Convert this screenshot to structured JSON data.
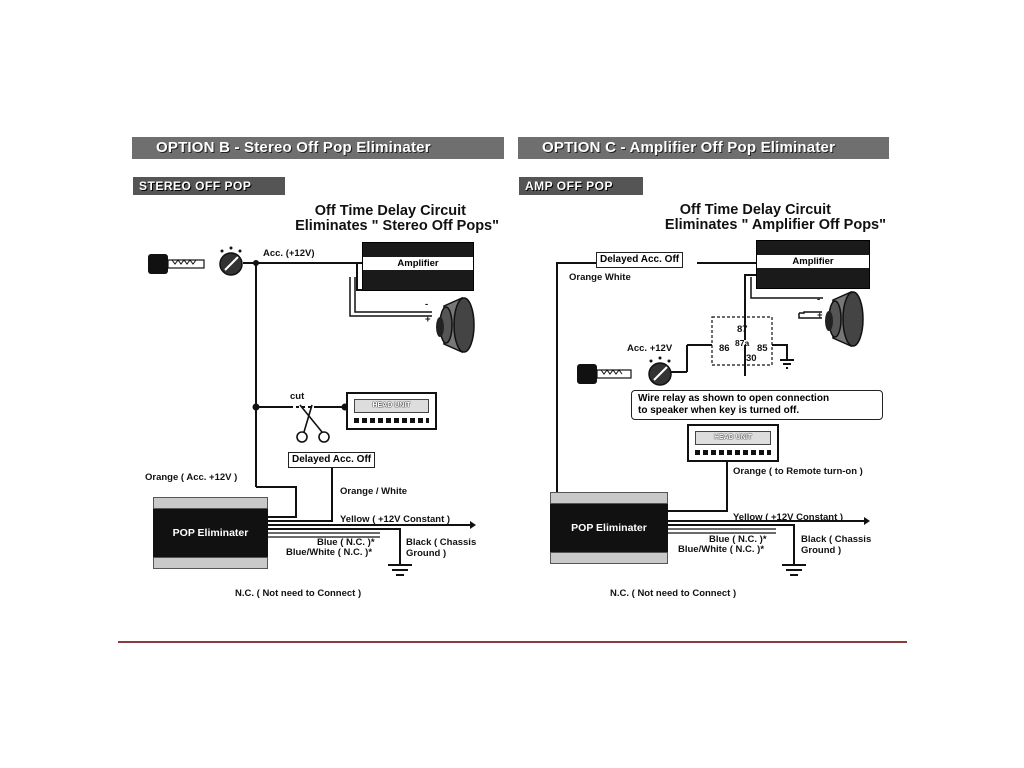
{
  "panel_b": {
    "header": "OPTION B - Stereo Off Pop Eliminater",
    "tag": "STEREO OFF POP",
    "title_line1": "Off Time Delay Circuit",
    "title_line2": "Eliminates \" Stereo Off Pops\"",
    "acc_label": "Acc. (+12V)",
    "amplifier": "Amplifier",
    "minus": "-",
    "plus": "+",
    "cut": "cut",
    "head_unit": "HEAD UNIT",
    "delayed_acc": "Delayed Acc. Off",
    "orange_acc": "Orange ( Acc. +12V )",
    "orange_white": "Orange / White",
    "yellow": "Yellow ( +12V Constant )",
    "blue": "Blue ( N.C. )*",
    "blue_white": "Blue/White ( N.C. )*",
    "black_1": "Black ( Chassis",
    "black_2": "Ground )",
    "pop": "POP Eliminater",
    "nc_note": "N.C. ( Not need to Connect )"
  },
  "panel_c": {
    "header": "OPTION C - Amplifier Off Pop Eliminater",
    "tag": "AMP OFF POP",
    "title_line1": "Off Time Delay Circuit",
    "title_line2": "Eliminates \" Amplifier Off Pops\"",
    "delayed_acc": "Delayed Acc. Off",
    "orange_white": "Orange White",
    "amplifier": "Amplifier",
    "minus": "-",
    "plus": "+",
    "relay_87": "87",
    "relay_87a": "87a",
    "relay_86": "86",
    "relay_85": "85",
    "relay_30": "30",
    "acc_label": "Acc. +12V",
    "note_line1": "Wire relay as shown to open connection",
    "note_line2": "to speaker when key is turned off.",
    "head_unit": "HEAD UNIT",
    "orange_remote": "Orange ( to Remote turn-on )",
    "yellow": "Yellow ( +12V Constant )",
    "blue": "Blue ( N.C. )*",
    "blue_white": "Blue/White ( N.C. )*",
    "black_1": "Black ( Chassis",
    "black_2": "Ground )",
    "pop": "POP Eliminater",
    "nc_note": "N.C. ( Not need to Connect )"
  },
  "colors": {
    "header_bg": "#6f6f6f",
    "separator": "#8b3a3a"
  }
}
